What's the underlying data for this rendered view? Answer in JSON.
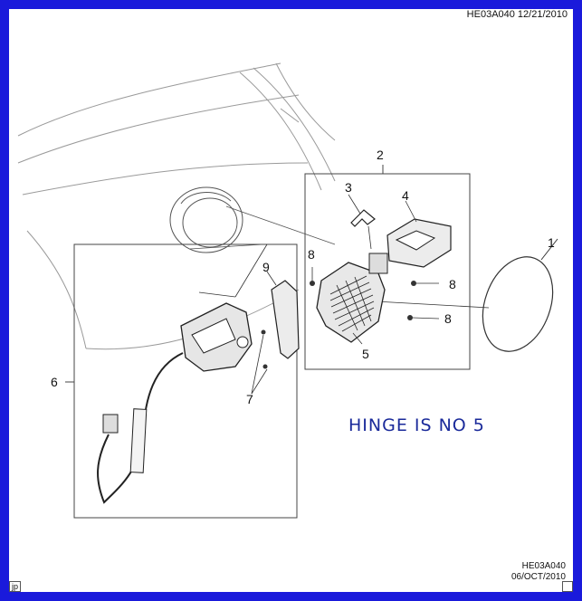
{
  "header": {
    "ref": "HE03A040 12/21/2010"
  },
  "footer": {
    "code": "HE03A040",
    "date": "06/OCT/2010"
  },
  "note": "HINGE IS NO 5",
  "corner_tag": "jp",
  "callouts": [
    {
      "id": "1",
      "label": "1"
    },
    {
      "id": "2",
      "label": "2"
    },
    {
      "id": "3",
      "label": "3"
    },
    {
      "id": "4",
      "label": "4"
    },
    {
      "id": "5",
      "label": "5"
    },
    {
      "id": "6",
      "label": "6"
    },
    {
      "id": "7",
      "label": "7"
    },
    {
      "id": "8a",
      "label": "8"
    },
    {
      "id": "8b",
      "label": "8"
    },
    {
      "id": "8c",
      "label": "8"
    },
    {
      "id": "9",
      "label": "9"
    }
  ],
  "colors": {
    "frame": "#1a1adb",
    "note": "#1a2a9a",
    "ink": "#111111"
  }
}
